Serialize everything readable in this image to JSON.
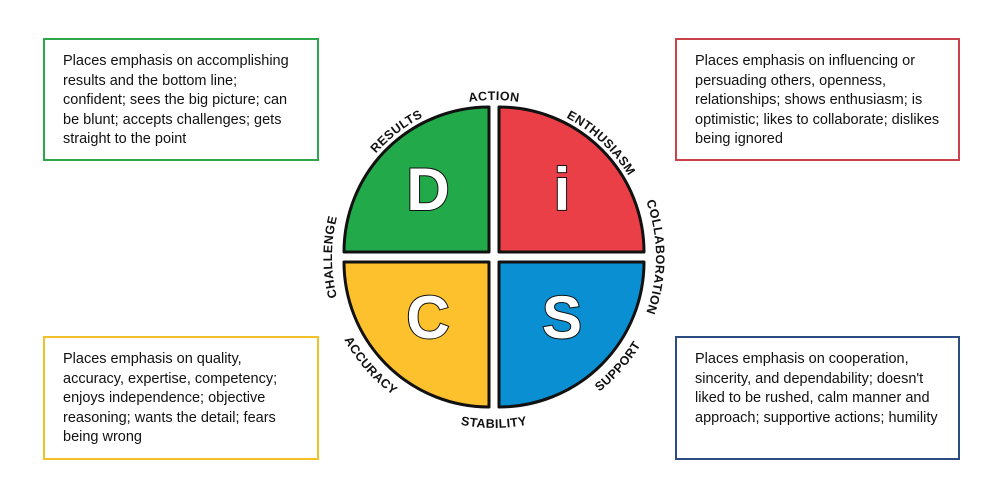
{
  "colors": {
    "d": "#22a94a",
    "i": "#ea3f46",
    "c": "#fcc12c",
    "s": "#0a8fd2"
  },
  "quadrants": {
    "d": {
      "letter": "D"
    },
    "i": {
      "letter": "i"
    },
    "c": {
      "letter": "C"
    },
    "s": {
      "letter": "S"
    }
  },
  "labels": {
    "action": "ACTION",
    "enthusiasm": "ENTHUSIASM",
    "collaboration": "COLLABORATION",
    "support": "SUPPORT",
    "stability": "STABILITY",
    "accuracy": "ACCURACY",
    "challenge": "CHALLENGE",
    "results": "RESULTS"
  },
  "boxes": {
    "d": "Places emphasis on accomplishing results and the bottom line; confident; sees the big picture; can be blunt; accepts challenges; gets straight to the point",
    "i": "Places emphasis on influencing or persuading others, openness, relationships; shows enthusiasm; is optimistic; likes to collaborate; dislikes being ignored",
    "c": "Places emphasis on quality, accuracy, expertise, competency; enjoys independence; objective reasoning; wants the detail; fears being wrong",
    "s": "Places emphasis on cooperation, sincerity, and dependability; doesn't liked to be rushed, calm manner and approach; supportive actions; humility"
  }
}
